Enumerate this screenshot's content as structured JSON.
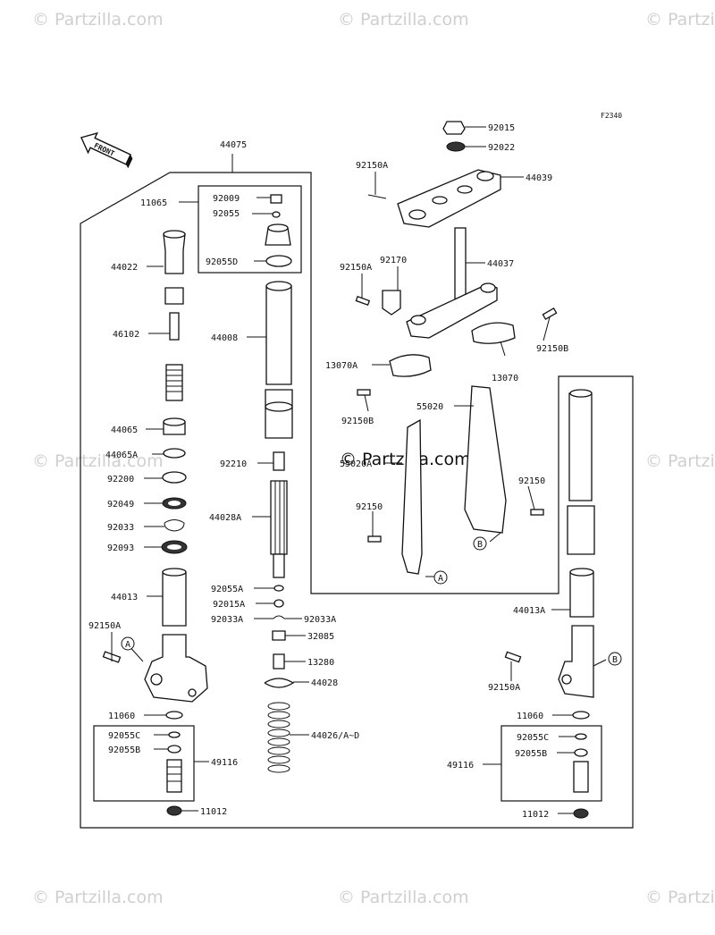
{
  "figure_code": "F2340",
  "front_label": "FRONT",
  "watermark": "© Partzilla.com",
  "callouts": {
    "A": "A",
    "B": "B"
  },
  "labels": {
    "l44075": "44075",
    "l11065": "11065",
    "l92009": "92009",
    "l92055": "92055",
    "l92055D": "92055D",
    "l44022": "44022",
    "l44008": "44008",
    "l46102": "46102",
    "l44065": "44065",
    "l44065A": "44065A",
    "l92200": "92200",
    "l92049": "92049",
    "l92033": "92033",
    "l92093": "92093",
    "l44013": "44013",
    "l92150A_left": "92150A",
    "l11060_left": "11060",
    "l92055C_left": "92055C",
    "l92055B_left": "92055B",
    "l49116_left": "49116",
    "l11012_left": "11012",
    "l92210": "92210",
    "l44028A": "44028A",
    "l92055A": "92055A",
    "l92015A": "92015A",
    "l92033A_l": "92033A",
    "l92033A_r": "92033A",
    "l32085": "32085",
    "l13280": "13280",
    "l44028": "44028",
    "l44026": "44026/A~D",
    "l92015": "92015",
    "l92022": "92022",
    "l44039": "44039",
    "l92150A_top": "92150A",
    "l44037": "44037",
    "l92170": "92170",
    "l92150A_mid": "92150A",
    "l92150B_r": "92150B",
    "l13070": "13070",
    "l13070A": "13070A",
    "l92150B_l": "92150B",
    "l55020": "55020",
    "l55020A": "55020A",
    "l92150_l": "92150",
    "l92150_r": "92150",
    "l44013A": "44013A",
    "l92150A_right": "92150A",
    "l11060_right": "11060",
    "l92055C_right": "92055C",
    "l92055B_right": "92055B",
    "l49116_right": "49116",
    "l11012_right": "11012"
  }
}
